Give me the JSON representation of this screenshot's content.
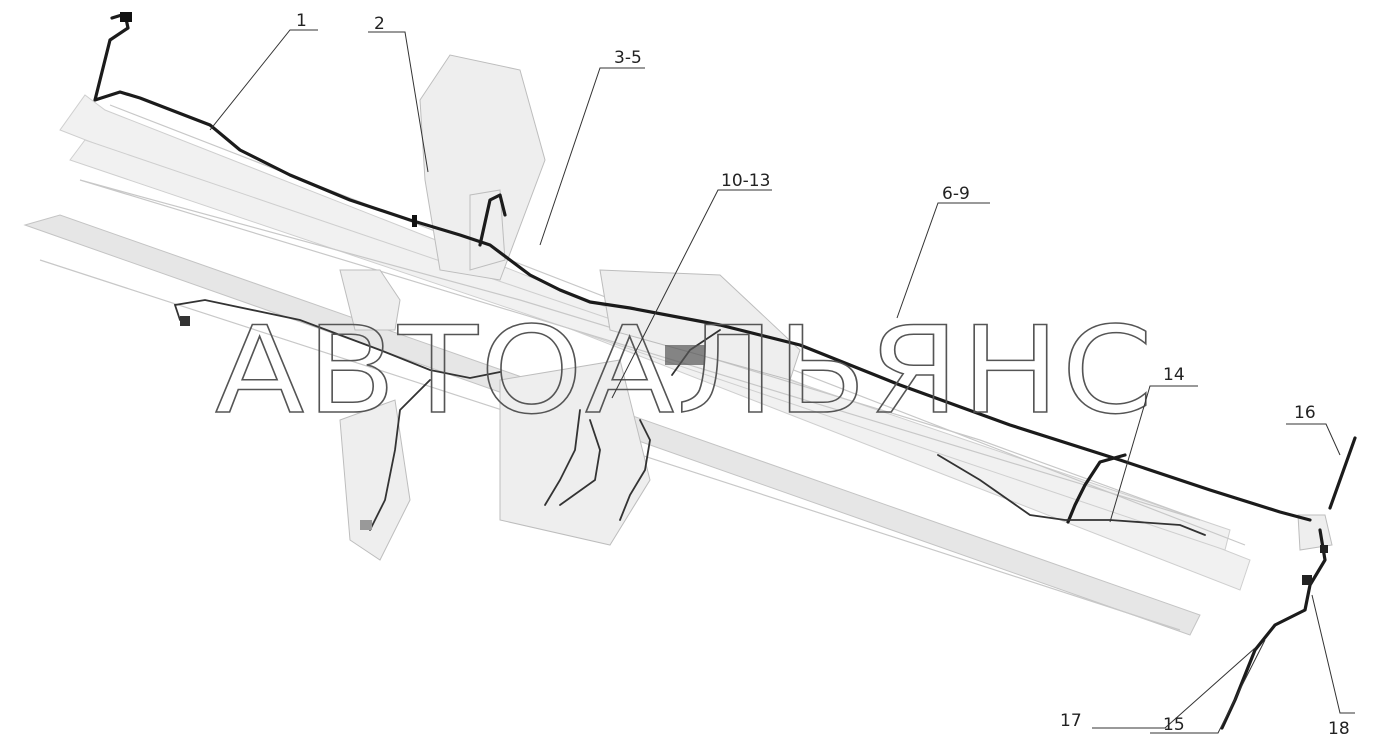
{
  "watermark": "АВТОАЛЬЯНС",
  "callouts": {
    "c1": "1",
    "c2": "2",
    "c3": "3-5",
    "c4": "10-13",
    "c5": "6-9",
    "c6": "14",
    "c7": "16",
    "c8": "17",
    "c9": "15",
    "c10": "18"
  }
}
